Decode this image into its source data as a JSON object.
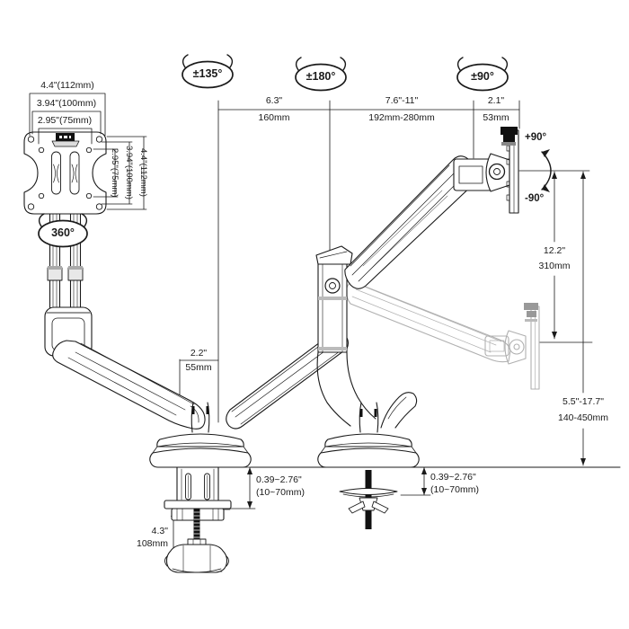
{
  "colors": {
    "line": "#1a1a1a",
    "ghost": "#b0b0b0",
    "black_fill": "#111111",
    "gray": "#999999"
  },
  "rotation": {
    "vesa": "360°",
    "joint1": "±135°",
    "joint2": "±180°",
    "joint3": "±90°",
    "tilt_up": "+90°",
    "tilt_down": "-90°"
  },
  "vesa": {
    "width_112": "4.4\"(112mm)",
    "width_100": "3.94\"(100mm)",
    "width_75": "2.95\"(75mm)",
    "height_75": "2.95\"(75mm)",
    "height_100": "3.94\"(100mm)",
    "height_112": "4.4\"(112mm)"
  },
  "reach": {
    "arm1_in": "6.3\"",
    "arm1_mm": "160mm",
    "arm2_in": "7.6\"-11\"",
    "arm2_mm": "192mm-280mm",
    "head_in": "2.1\"",
    "head_mm": "53mm"
  },
  "vertical": {
    "drop_in": "12.2\"",
    "drop_mm": "310mm",
    "height_in": "5.5\"-17.7\"",
    "height_mm": "140-450mm"
  },
  "base": {
    "post_in": "2.2\"",
    "post_mm": "55mm",
    "clamp_open_in": "0.39~2.76\"",
    "clamp_open_mm": "(10~70mm)",
    "clamp_h_in": "4.3\"",
    "clamp_h_mm": "108mm",
    "grommet_in": "0.39~2.76\"",
    "grommet_mm": "(10~70mm)"
  }
}
